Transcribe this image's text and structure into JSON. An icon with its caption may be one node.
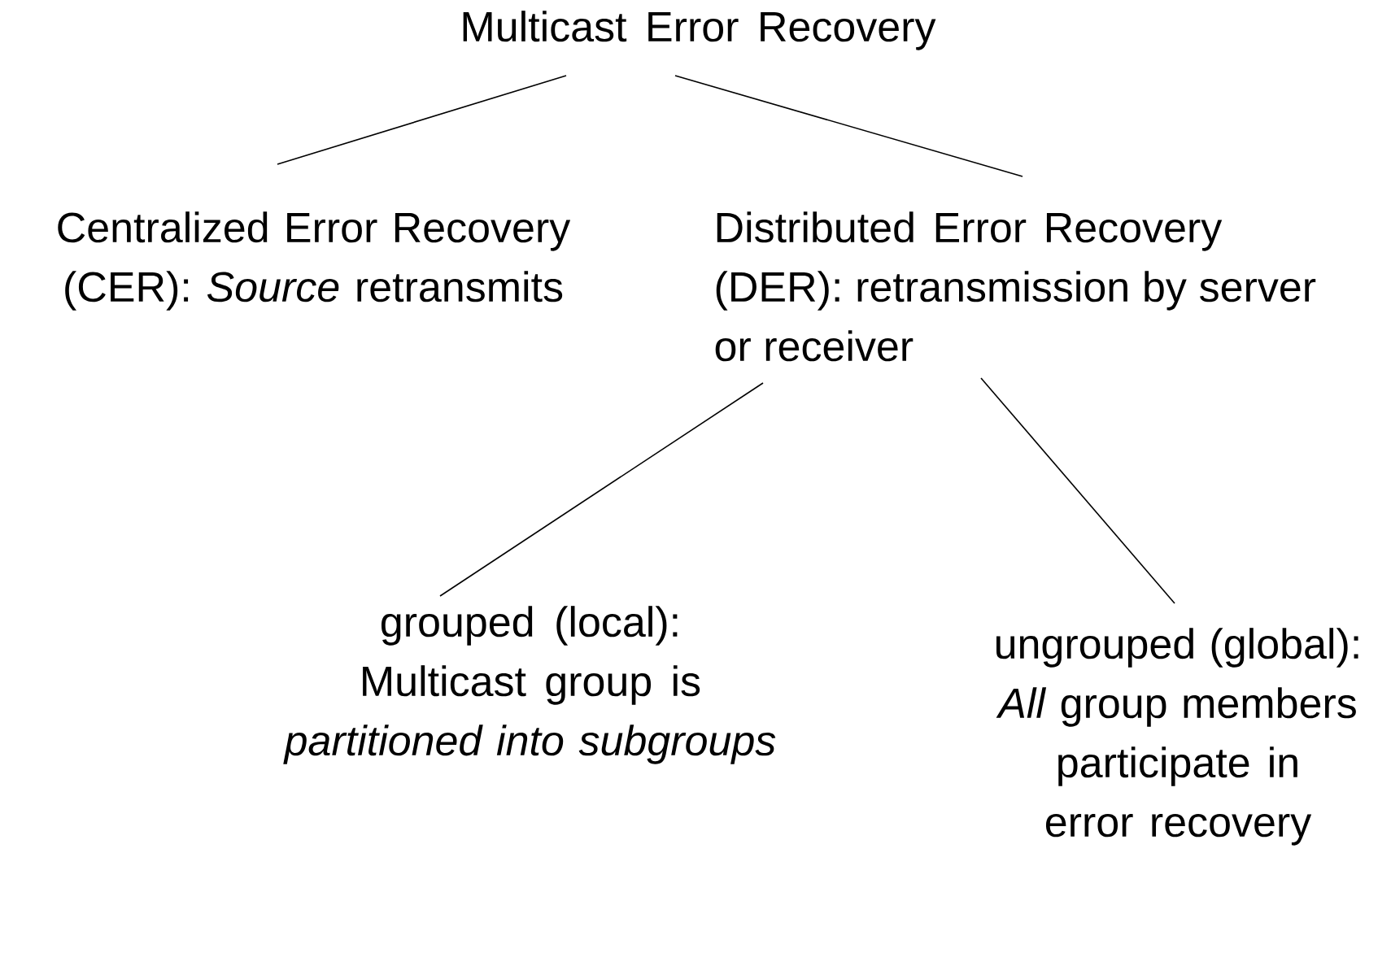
{
  "diagram": {
    "nodes": [
      {
        "text": [
          "Multicast Error Recovery"
        ]
      },
      {
        "text": [
          "Centralized Error Recovery (CER): *Source* retransmits"
        ]
      },
      {
        "text": [
          "Distributed Error Recovery (DER): retransmission by server or receiver"
        ]
      },
      {
        "text": [
          "grouped (local): Multicast group is *partitioned into subgroups*"
        ]
      },
      {
        "text": [
          "ungrouped (global): *All* group members participate in error recovery"
        ]
      }
    ],
    "edges": [
      {
        "from": 0,
        "to": 1,
        "arrow": "none"
      },
      {
        "from": 0,
        "to": 2,
        "arrow": "none"
      },
      {
        "from": 2,
        "to": 3,
        "arrow": "none"
      },
      {
        "from": 2,
        "to": 4,
        "arrow": "none"
      }
    ]
  }
}
